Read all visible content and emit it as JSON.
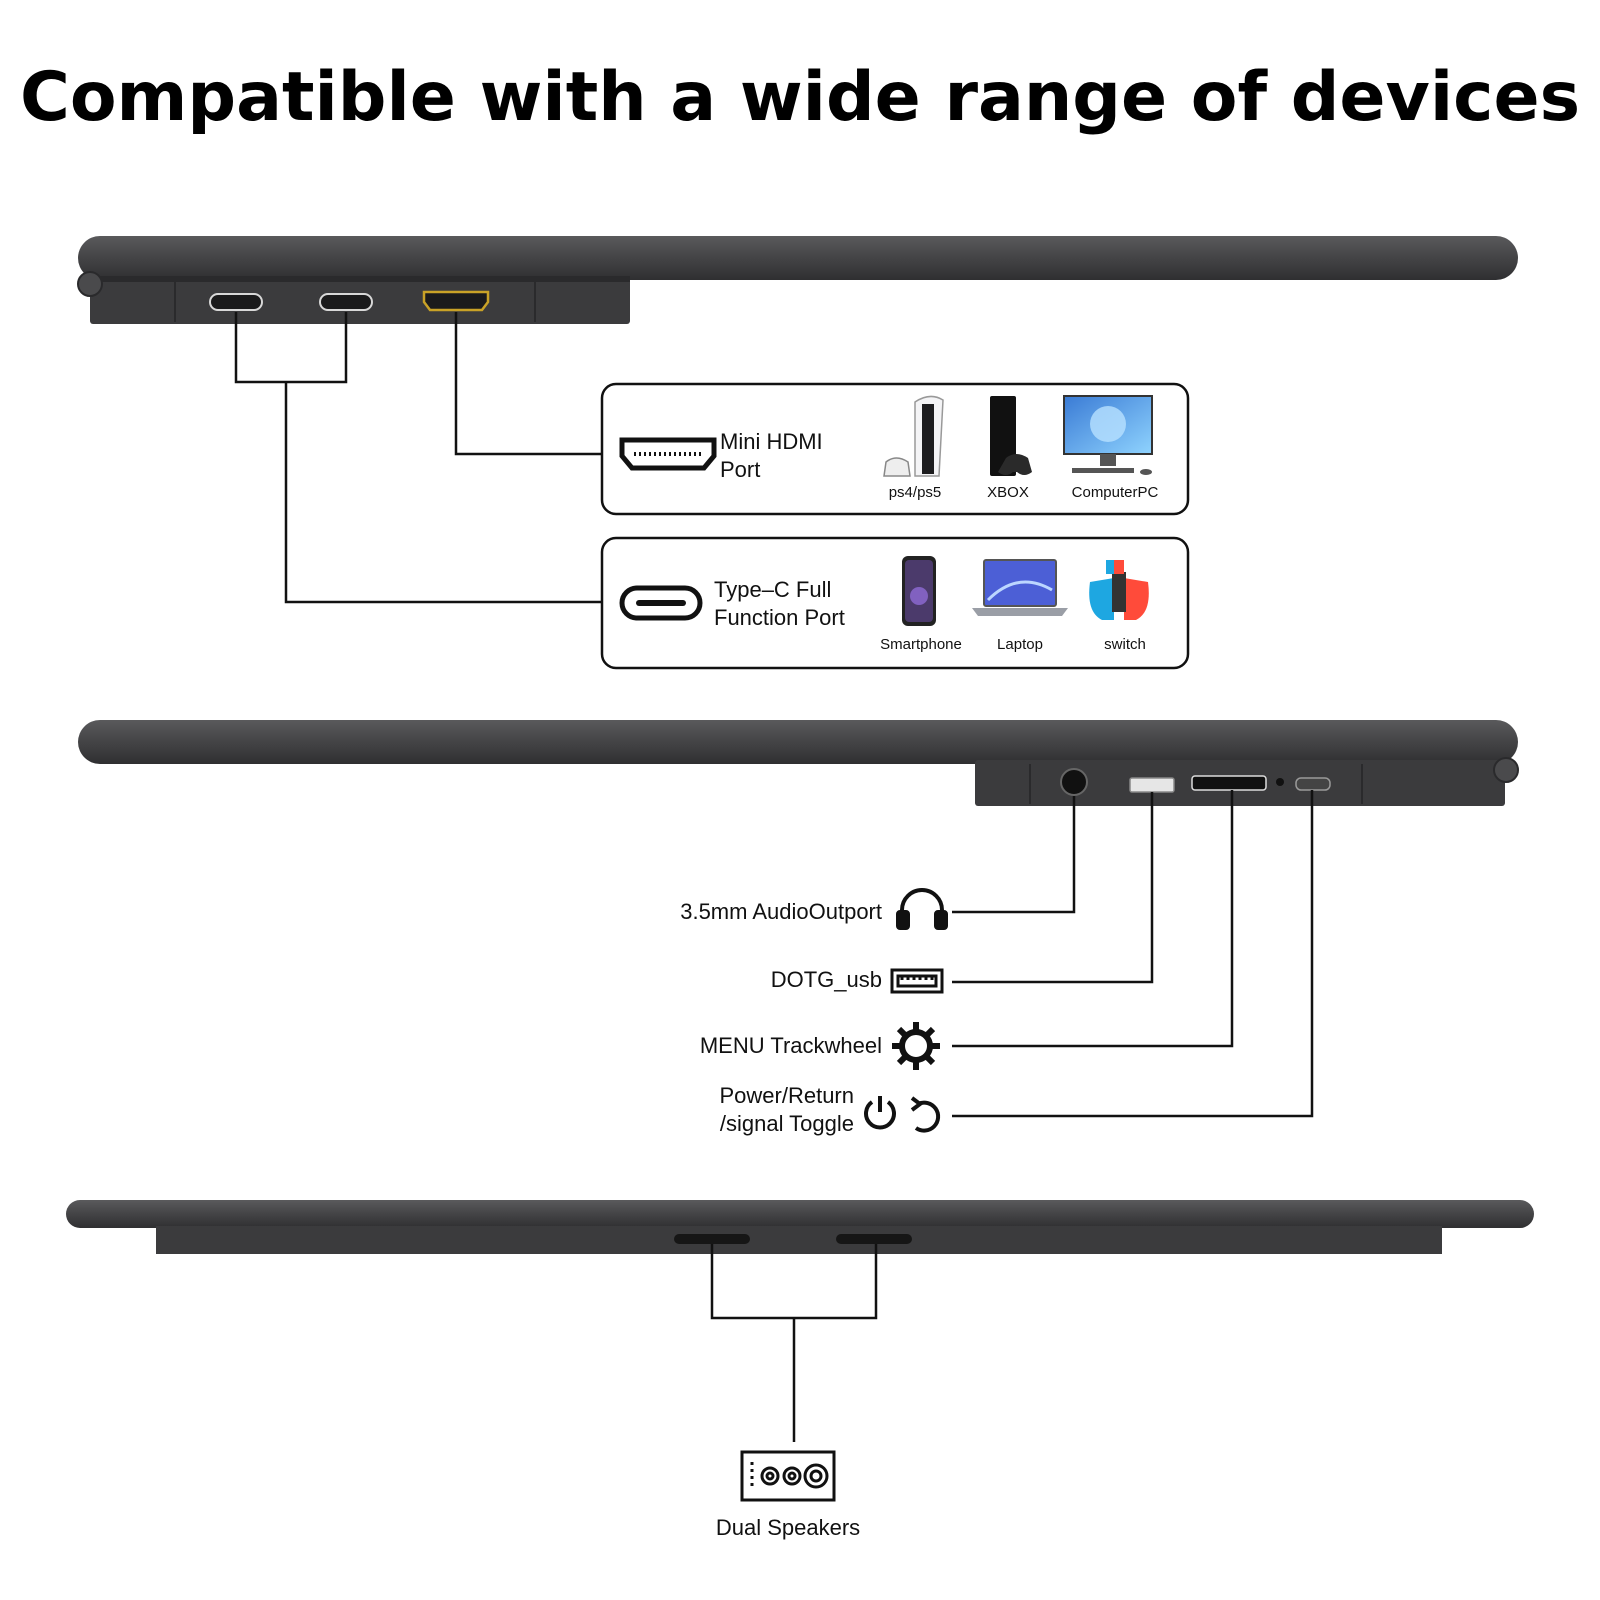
{
  "title": "Compatible with a wide range of devices",
  "hdmi_box": {
    "label": [
      "Mini HDMI",
      "Port"
    ],
    "devices": [
      {
        "name": "ps4/ps5",
        "icon": "ps5-console-icon"
      },
      {
        "name": "XBOX",
        "icon": "xbox-console-icon"
      },
      {
        "name": "ComputerPC",
        "icon": "desktop-pc-icon"
      }
    ]
  },
  "typec_box": {
    "label": [
      "Type–C Full",
      "Function Port"
    ],
    "devices": [
      {
        "name": "Smartphone",
        "icon": "smartphone-icon"
      },
      {
        "name": "Laptop",
        "icon": "laptop-icon"
      },
      {
        "name": "switch",
        "icon": "switch-console-icon"
      }
    ]
  },
  "right_side_ports": [
    {
      "label": "3.5mm AudioOutport",
      "icon": "headphones-icon"
    },
    {
      "label": "DOTG_usb",
      "icon": "usb-port-icon"
    },
    {
      "label": "MENU Trackwheel",
      "icon": "gear-icon"
    },
    {
      "label": [
        "Power/Return",
        "/signal Toggle"
      ],
      "icon": "power-return-icon"
    }
  ],
  "bottom": {
    "label": "Dual Speakers",
    "icon": "speaker-icon"
  },
  "colors": {
    "device_body": "#4a4a4c",
    "device_dark": "#2e2e30",
    "hdmi_accent": "#c9a227",
    "line": "#111111"
  }
}
